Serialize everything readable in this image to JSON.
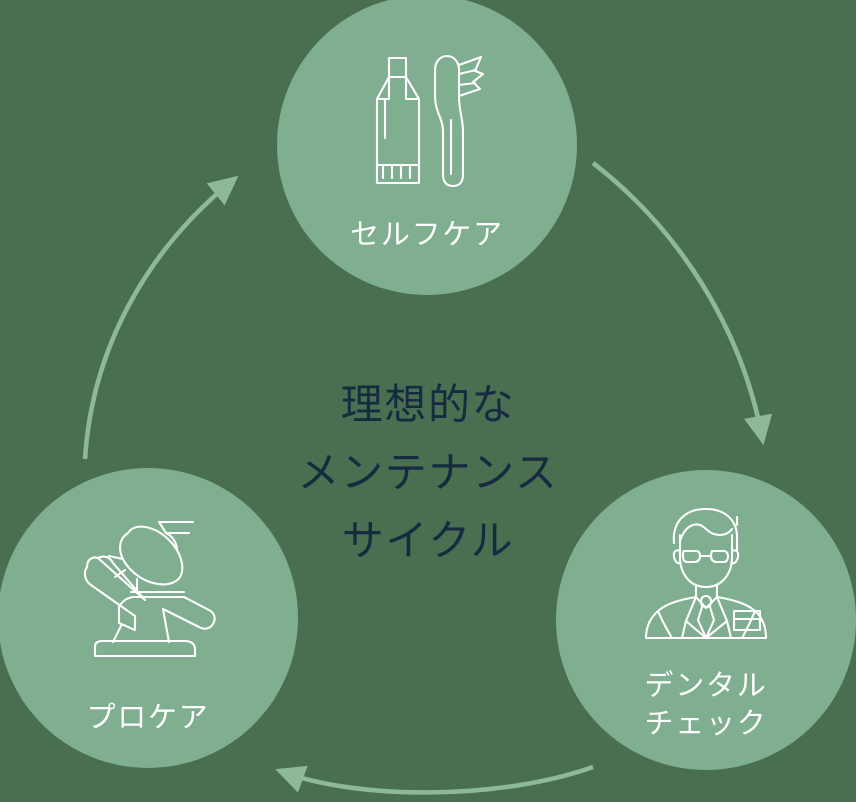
{
  "diagram": {
    "type": "cycle-diagram",
    "title_lines": "理想的な\nメンテナンス\nサイクル",
    "background_color": "#4a6e50",
    "node_color": "#7fae90",
    "arrow_color": "#8db99a",
    "title_color": "#152b40",
    "label_color": "#ffffff",
    "nodes": [
      {
        "id": "selfcare",
        "label": "セルフケア",
        "icon": "toothpaste-toothbrush-icon",
        "position": "top"
      },
      {
        "id": "dental-check",
        "label": "デンタル\nチェック",
        "icon": "dentist-person-icon",
        "position": "bottom-right"
      },
      {
        "id": "procare",
        "label": "プロケア",
        "icon": "dental-chair-lamp-icon",
        "position": "bottom-left"
      }
    ],
    "arrows": [
      {
        "id": "selfcare-to-dental",
        "from": "selfcare",
        "to": "dental-check",
        "direction": "clockwise"
      },
      {
        "id": "dental-to-procare",
        "from": "dental-check",
        "to": "procare",
        "direction": "clockwise"
      },
      {
        "id": "procare-to-selfcare",
        "from": "procare",
        "to": "selfcare",
        "direction": "clockwise"
      }
    ]
  }
}
